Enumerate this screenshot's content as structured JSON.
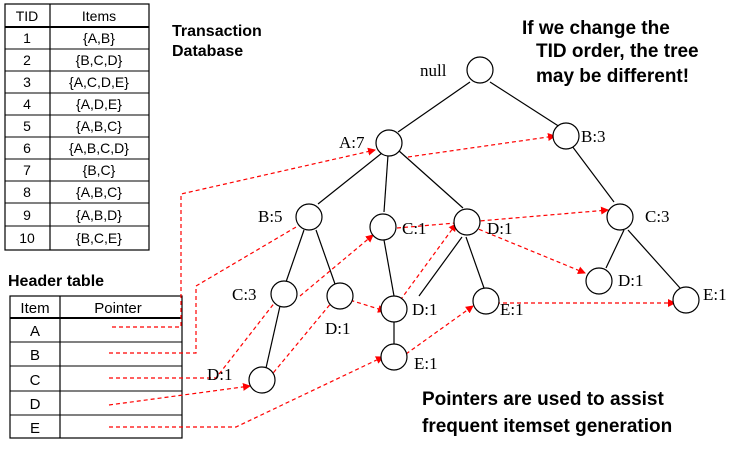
{
  "transaction_table": {
    "headers": [
      "TID",
      "Items"
    ],
    "rows": [
      [
        "1",
        "{A,B}"
      ],
      [
        "2",
        "{B,C,D}"
      ],
      [
        "3",
        "{A,C,D,E}"
      ],
      [
        "4",
        "{A,D,E}"
      ],
      [
        "5",
        "{A,B,C}"
      ],
      [
        "6",
        "{A,B,C,D}"
      ],
      [
        "7",
        "{B,C}"
      ],
      [
        "8",
        "{A,B,C}"
      ],
      [
        "9",
        "{A,B,D}"
      ],
      [
        "10",
        "{B,C,E}"
      ]
    ]
  },
  "transaction_db_label_line1": "Transaction",
  "transaction_db_label_line2": "Database",
  "header_table": {
    "title": "Header table",
    "headers": [
      "Item",
      "Pointer"
    ],
    "items": [
      "A",
      "B",
      "C",
      "D",
      "E"
    ]
  },
  "note_top": [
    "If we change the",
    "TID order, the tree",
    "may be different!"
  ],
  "note_bottom": [
    "Pointers are used to assist",
    "frequent itemset generation"
  ],
  "tree_nodes": {
    "null": "null",
    "A7": "A:7",
    "B3": "B:3",
    "B5": "B:5",
    "C1a": "C:1",
    "D1a": "D:1",
    "C3b": "C:3",
    "C3": "C:3",
    "D1b": "D:1",
    "D1c": "D:1",
    "E1a": "E:1",
    "D1d": "D:1",
    "E1b": "E:1",
    "D1e": "D:1",
    "E1c": "E:1"
  },
  "colors": {
    "pointer": "#ff0000",
    "edge": "#000000",
    "node_fill": "#ffffff"
  }
}
